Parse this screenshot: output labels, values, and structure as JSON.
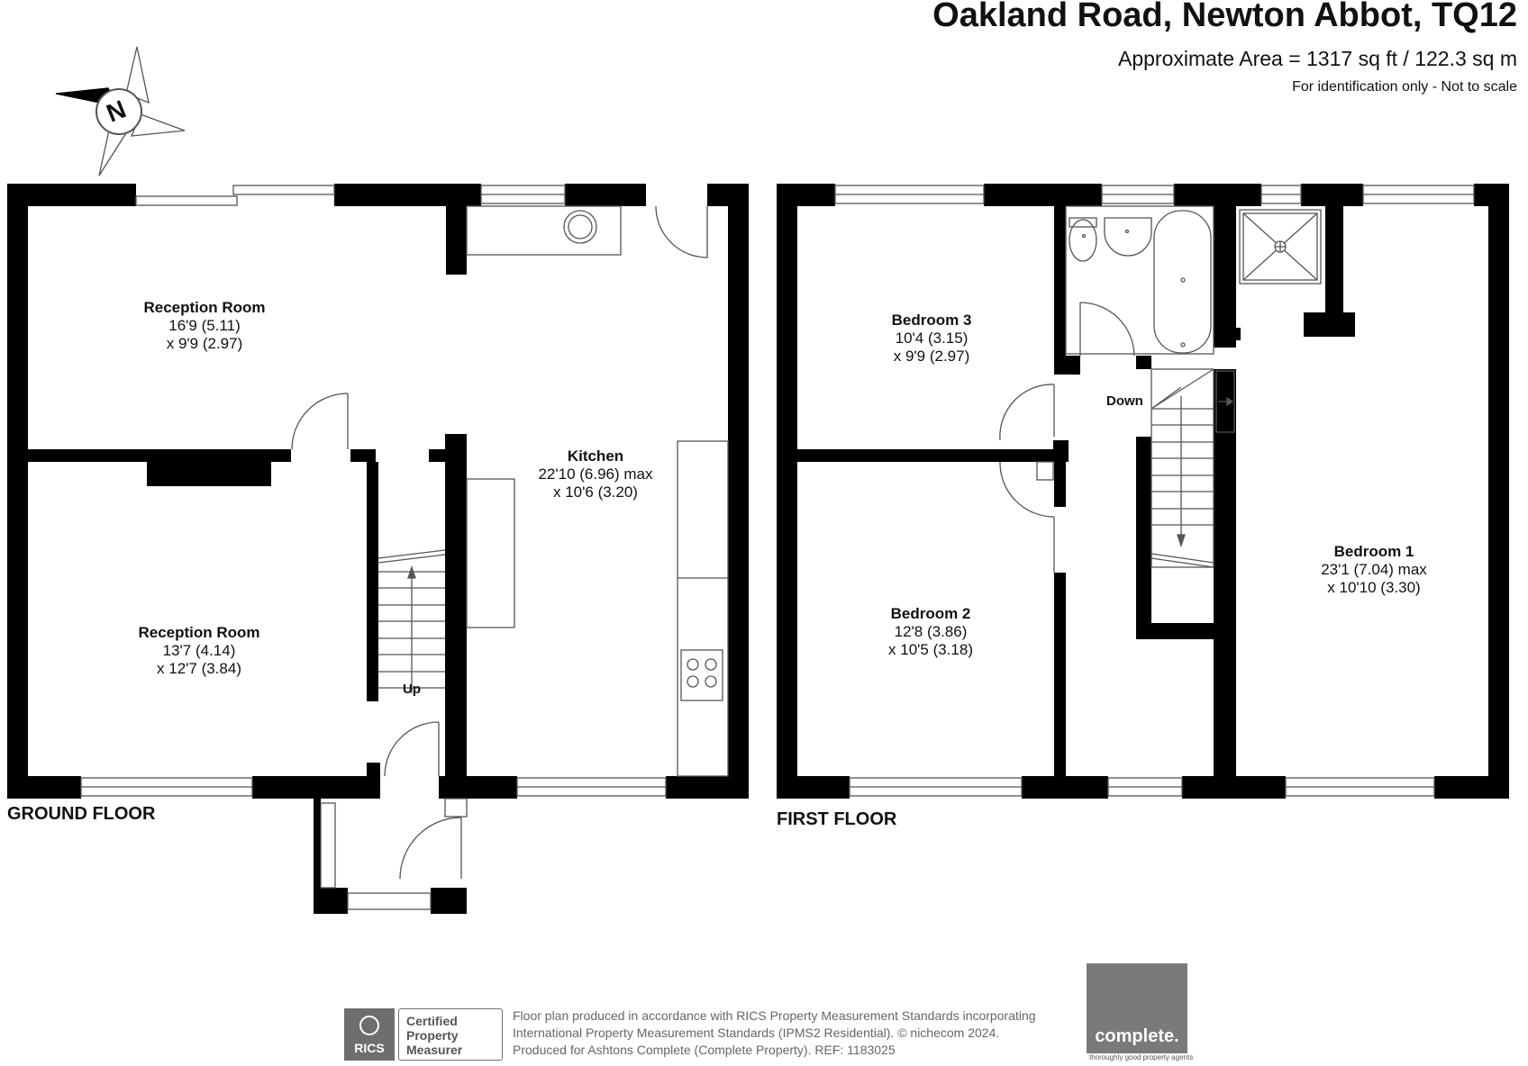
{
  "header": {
    "title": "Oakland Road, Newton Abbot, TQ12",
    "area": "Approximate Area = 1317 sq ft / 122.3 sq m",
    "note": "For identification only - Not to scale"
  },
  "compass": {
    "label": "N"
  },
  "ground_floor": {
    "label": "GROUND FLOOR",
    "stairs_label": "Up",
    "rooms": [
      {
        "name": "Reception Room",
        "dim1": "16'9 (5.11)",
        "dim2": "x 9'9 (2.97)"
      },
      {
        "name": "Kitchen",
        "dim1": "22'10 (6.96) max",
        "dim2": "x 10'6 (3.20)"
      },
      {
        "name": "Reception Room",
        "dim1": "13'7 (4.14)",
        "dim2": "x 12'7 (3.84)"
      }
    ]
  },
  "first_floor": {
    "label": "FIRST FLOOR",
    "stairs_label": "Down",
    "rooms": [
      {
        "name": "Bedroom 3",
        "dim1": "10'4 (3.15)",
        "dim2": "x 9'9 (2.97)"
      },
      {
        "name": "Bedroom 2",
        "dim1": "12'8 (3.86)",
        "dim2": "x 10'5 (3.18)"
      },
      {
        "name": "Bedroom 1",
        "dim1": "23'1 (7.04) max",
        "dim2": "x 10'10 (3.30)"
      }
    ]
  },
  "footer": {
    "badge_mark": "RICS",
    "badge_lines": [
      "Certified",
      "Property",
      "Measurer"
    ],
    "lines": [
      "Floor plan produced in accordance with RICS Property Measurement Standards incorporating",
      "International Property Measurement Standards (IPMS2 Residential).   © nichecom 2024.",
      "Produced for Ashtons Complete (Complete Property).   REF:  1183025"
    ],
    "brand": "complete.",
    "brand_tag": "thoroughly good property agents"
  },
  "colors": {
    "wall": "#000000",
    "fixture": "#555555",
    "brand_bg": "#7a7a7a"
  }
}
